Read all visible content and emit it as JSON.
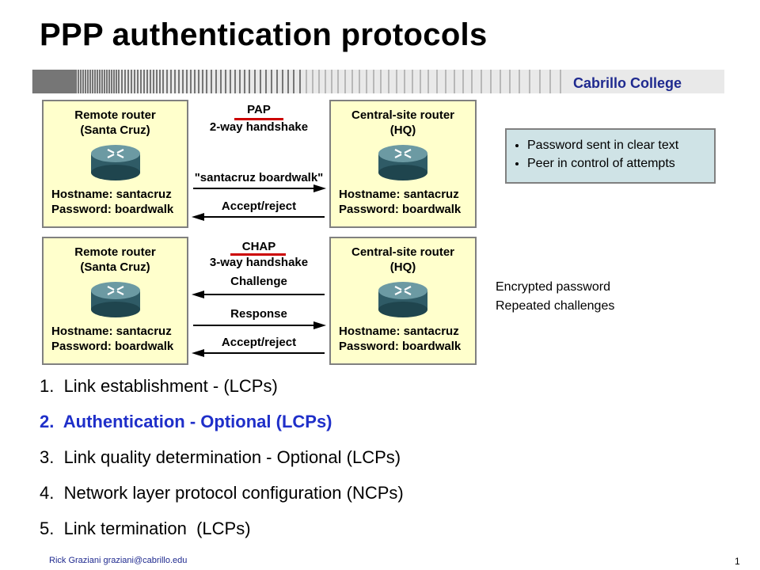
{
  "title": "PPP authentication protocols",
  "brand": "Cabrillo College",
  "pap": {
    "remote": {
      "line1": "Remote router",
      "line2": "(Santa Cruz)",
      "hostname": "Hostname: santacruz",
      "password": "Password: boardwalk"
    },
    "central": {
      "line1": "Central-site router",
      "line2": "(HQ)",
      "hostname": "Hostname: santacruz",
      "password": "Password: boardwalk"
    },
    "protocol": "PAP",
    "handshake": "2-way handshake",
    "msg1": "\"santacruz boardwalk\"",
    "msg2": "Accept/reject"
  },
  "chap": {
    "remote": {
      "line1": "Remote router",
      "line2": "(Santa Cruz)",
      "hostname": "Hostname: santacruz",
      "password": "Password: boardwalk"
    },
    "central": {
      "line1": "Central-site router",
      "line2": "(HQ)",
      "hostname": "Hostname: santacruz",
      "password": "Password: boardwalk"
    },
    "protocol": "CHAP",
    "handshake": "3-way handshake",
    "msg1": "Challenge",
    "msg2": "Response",
    "msg3": "Accept/reject"
  },
  "pap_notes": [
    "Password sent in clear text",
    "Peer in control of attempts"
  ],
  "chap_notes": [
    "Encrypted password",
    "Repeated challenges"
  ],
  "steps": [
    "1.  Link establishment - (LCPs)",
    "2.  Authentication - Optional (LCPs)",
    "3.  Link quality determination - Optional (LCPs)",
    "4.  Network layer protocol configuration (NCPs)",
    "5.  Link termination  (LCPs)"
  ],
  "footer": "Rick Graziani  graziani@cabrillo.edu",
  "page_number": "1",
  "colors": {
    "box_fill": "#ffffcc",
    "underline": "#cc0000",
    "highlight": "#1f2fc9",
    "callout": "#cfe3e6",
    "brand": "#1f2a8f"
  }
}
